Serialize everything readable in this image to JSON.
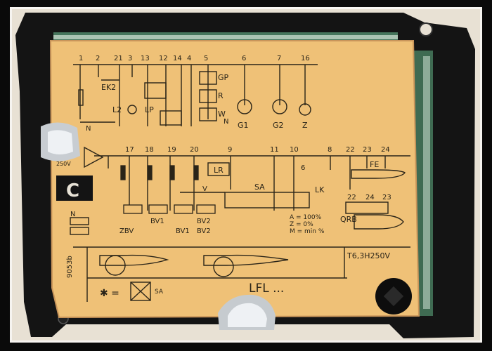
{
  "photo": {
    "subject": "Siemens LFL burner control unit base with printed wiring diagram",
    "colors": {
      "background_white": "#f2efe9",
      "black_housing": "#141414",
      "yellow_label": "#efc177",
      "ink": "#2a2418",
      "green_pcb": "#3f6b52"
    }
  },
  "label": {
    "terminals_top": [
      "1",
      "2",
      "21",
      "3",
      "13",
      "12",
      "14",
      "4",
      "5",
      "6",
      "7",
      "16"
    ],
    "terminals_mid": [
      "17",
      "18",
      "19",
      "20",
      "9",
      "11",
      "10",
      "8",
      "22",
      "23",
      "24"
    ],
    "terminals_right_lower": [
      "22",
      "24",
      "23"
    ],
    "components": {
      "ek2": "EK2",
      "l2": "L2",
      "lp": "LP",
      "gp": "GP",
      "r": "R",
      "w": "W",
      "g1": "G1",
      "g2": "G2",
      "z": "Z",
      "n": "N",
      "lr": "LR",
      "sa": "SA",
      "lk": "LK",
      "fe": "FE",
      "qrb": "QRB",
      "six": "6",
      "v": "V"
    },
    "valves": [
      "ZBV",
      "BV1",
      "BV1",
      "BV2",
      "BV2"
    ],
    "n_left": "N",
    "legend": {
      "a": "A = 100%",
      "z": "Z =   0%",
      "m": "M = min %"
    },
    "fuse": "T6,3H250V",
    "side_code": "9053b",
    "symbol_key": "✱ =",
    "symbol_sa": "SA",
    "model": "LFL ...",
    "voltage": "250V"
  }
}
